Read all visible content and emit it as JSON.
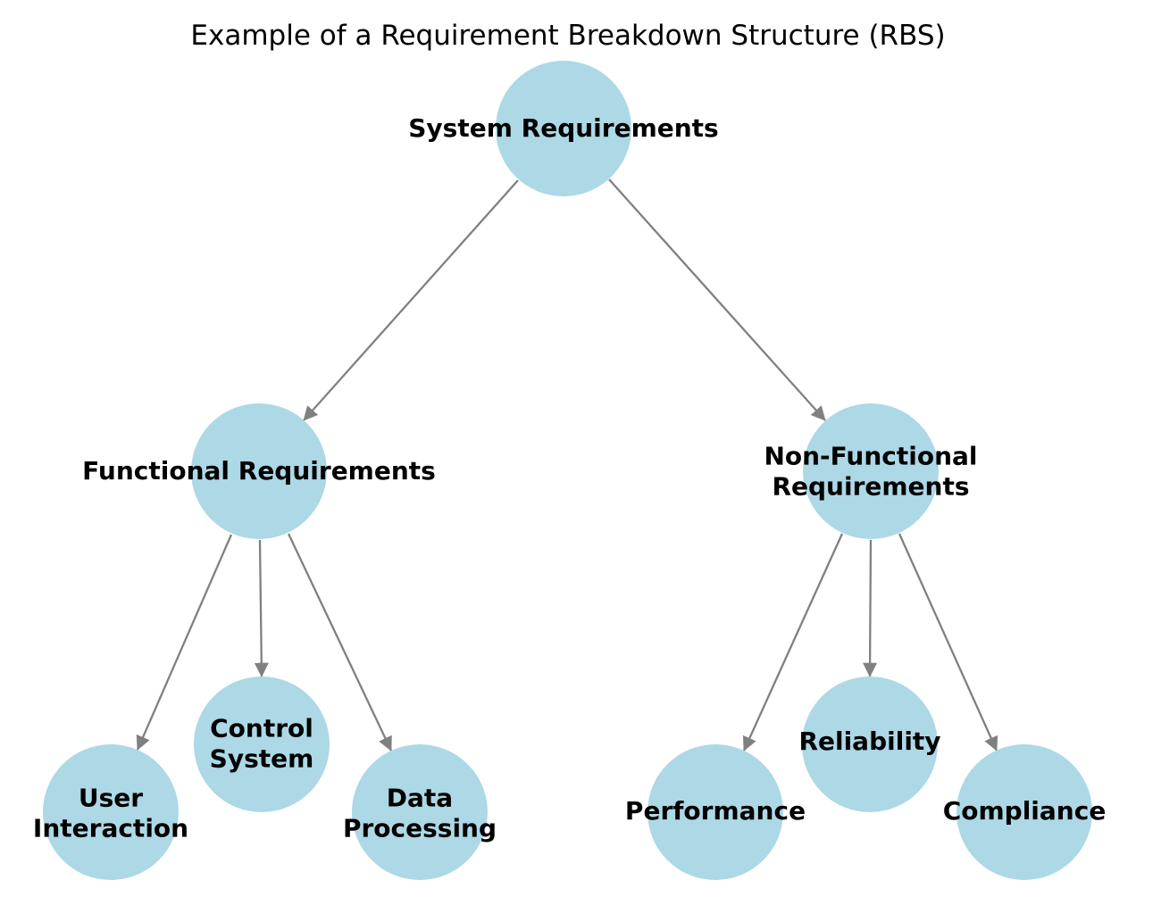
{
  "title": "Example of a Requirement Breakdown Structure (RBS)",
  "diagram_type": "tree",
  "nodes": {
    "system": {
      "label": "System Requirements"
    },
    "functional": {
      "label": "Functional Requirements"
    },
    "nonfunctional": {
      "label": "Non-Functional Requirements"
    },
    "user_interaction": {
      "label": "User\nInteraction"
    },
    "control_system": {
      "label": "Control\nSystem"
    },
    "data_processing": {
      "label": "Data\nProcessing"
    },
    "performance": {
      "label": "Performance"
    },
    "reliability": {
      "label": "Reliability"
    },
    "compliance": {
      "label": "Compliance"
    }
  },
  "edges": [
    {
      "from": "System Requirements",
      "to": "Functional Requirements"
    },
    {
      "from": "System Requirements",
      "to": "Non-Functional Requirements"
    },
    {
      "from": "Functional Requirements",
      "to": "User Interaction"
    },
    {
      "from": "Functional Requirements",
      "to": "Control System"
    },
    {
      "from": "Functional Requirements",
      "to": "Data Processing"
    },
    {
      "from": "Non-Functional Requirements",
      "to": "Performance"
    },
    {
      "from": "Non-Functional Requirements",
      "to": "Reliability"
    },
    {
      "from": "Non-Functional Requirements",
      "to": "Compliance"
    }
  ],
  "colors": {
    "node_fill": "#ADD8E6",
    "edge_color": "#808080",
    "label_text": "#000000",
    "title_text": "#000000",
    "background": "#FFFFFF"
  }
}
